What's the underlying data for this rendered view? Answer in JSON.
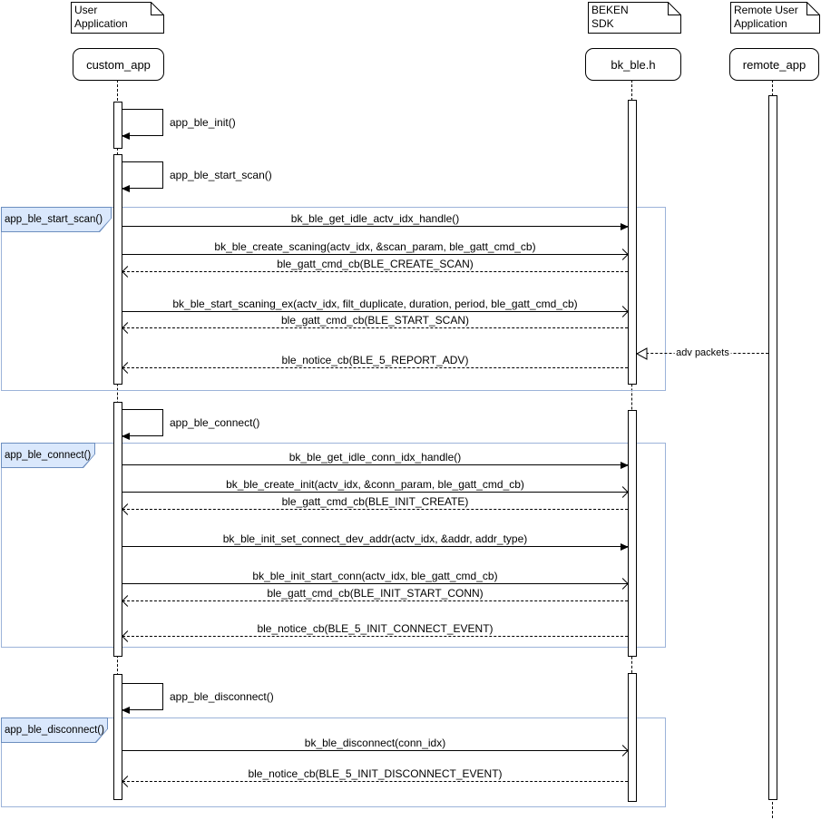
{
  "diagram": {
    "type": "uml-sequence",
    "actors": [
      {
        "note": "User\nApplication",
        "participant": "custom_app"
      },
      {
        "note": "BEKEN\nSDK",
        "participant": "bk_ble.h"
      },
      {
        "note": "Remote User\nApplication",
        "participant": "remote_app"
      }
    ],
    "self_messages": [
      {
        "text": "app_ble_init()",
        "from": "custom_app"
      },
      {
        "text": "app_ble_start_scan()",
        "from": "custom_app"
      },
      {
        "text": "app_ble_connect()",
        "from": "custom_app"
      },
      {
        "text": "app_ble_disconnect()",
        "from": "custom_app"
      }
    ],
    "sections": [
      {
        "label": "app_ble_start_scan()",
        "messages": [
          {
            "text": "bk_ble_get_idle_actv_idx_handle()",
            "line": "solid",
            "dir": "right",
            "arrow": "filled"
          },
          {
            "text": "bk_ble_create_scaning(actv_idx, &scan_param, ble_gatt_cmd_cb)",
            "line": "solid",
            "dir": "right",
            "arrow": "open"
          },
          {
            "text": "ble_gatt_cmd_cb(BLE_CREATE_SCAN)",
            "line": "dashed",
            "dir": "left",
            "arrow": "open"
          },
          {
            "text": "bk_ble_start_scaning_ex(actv_idx, filt_duplicate, duration, period, ble_gatt_cmd_cb)",
            "line": "solid",
            "dir": "right",
            "arrow": "open"
          },
          {
            "text": "ble_gatt_cmd_cb(BLE_START_SCAN)",
            "line": "dashed",
            "dir": "left",
            "arrow": "open"
          },
          {
            "text": "ble_notice_cb(BLE_5_REPORT_ADV)",
            "line": "dashed",
            "dir": "left",
            "arrow": "open"
          }
        ]
      },
      {
        "label": "app_ble_connect()",
        "messages": [
          {
            "text": "bk_ble_get_idle_conn_idx_handle()",
            "line": "solid",
            "dir": "right",
            "arrow": "filled"
          },
          {
            "text": "bk_ble_create_init(actv_idx, &conn_param, ble_gatt_cmd_cb)",
            "line": "solid",
            "dir": "right",
            "arrow": "open"
          },
          {
            "text": "ble_gatt_cmd_cb(BLE_INIT_CREATE)",
            "line": "dashed",
            "dir": "left",
            "arrow": "open"
          },
          {
            "text": "bk_ble_init_set_connect_dev_addr(actv_idx, &addr, addr_type)",
            "line": "solid",
            "dir": "right",
            "arrow": "filled"
          },
          {
            "text": "bk_ble_init_start_conn(actv_idx, ble_gatt_cmd_cb)",
            "line": "solid",
            "dir": "right",
            "arrow": "open"
          },
          {
            "text": "ble_gatt_cmd_cb(BLE_INIT_START_CONN)",
            "line": "dashed",
            "dir": "left",
            "arrow": "open"
          },
          {
            "text": "ble_notice_cb(BLE_5_INIT_CONNECT_EVENT)",
            "line": "dashed",
            "dir": "left",
            "arrow": "open"
          }
        ]
      },
      {
        "label": "app_ble_disconnect()",
        "messages": [
          {
            "text": "bk_ble_disconnect(conn_idx)",
            "line": "solid",
            "dir": "right",
            "arrow": "open"
          },
          {
            "text": "ble_notice_cb(BLE_5_INIT_DISCONNECT_EVENT)",
            "line": "dashed",
            "dir": "left",
            "arrow": "open"
          }
        ]
      }
    ],
    "adv_message": {
      "text": "adv packets",
      "from": "remote_app",
      "to": "bk_ble.h",
      "line": "dashed",
      "arrow": "open-triangle-left"
    },
    "colors": {
      "line": "#000000",
      "frame_border": "#9cb3d9",
      "label_border": "#6c8ebf",
      "label_fill": "#dae8fc",
      "background": "#ffffff"
    }
  }
}
